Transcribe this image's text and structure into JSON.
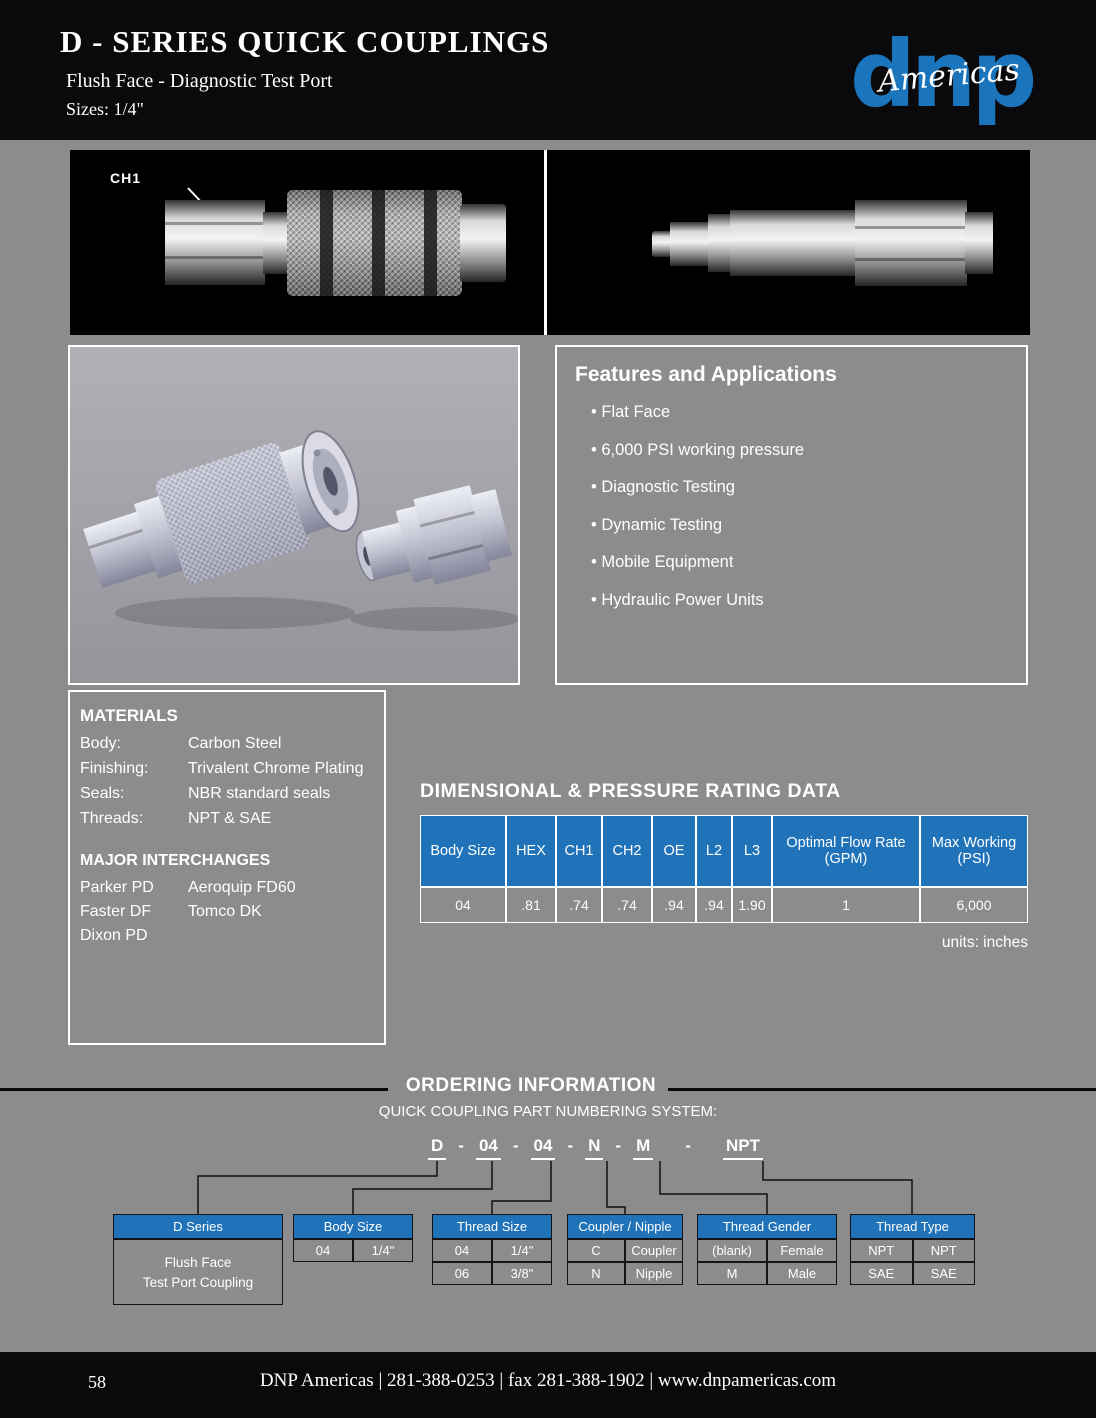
{
  "colors": {
    "accent_blue": "#1b75bc",
    "table_header_blue": "#2173b9",
    "page_gray": "#8c8c8c"
  },
  "header": {
    "title": "D - SERIES QUICK COUPLINGS",
    "subtitle": "Flush Face - Diagnostic Test Port",
    "sizes": "Sizes: 1/4\"",
    "logo": {
      "text": "dnp",
      "script": "Americas"
    }
  },
  "photos": {
    "dimension_label": "CH1"
  },
  "features": {
    "title": "Features and Applications",
    "items": [
      "Flat Face",
      "6,000 PSI working pressure",
      "Diagnostic Testing",
      "Dynamic Testing",
      "Mobile Equipment",
      "Hydraulic Power Units"
    ]
  },
  "materials": {
    "title": "MATERIALS",
    "rows": [
      {
        "label": "Body:",
        "value": "Carbon Steel"
      },
      {
        "label": "Finishing:",
        "value": "Trivalent Chrome Plating"
      },
      {
        "label": "Seals:",
        "value": "NBR standard seals"
      },
      {
        "label": "Threads:",
        "value": "NPT & SAE"
      }
    ],
    "interchanges_title": "MAJOR INTERCHANGES",
    "interchanges": [
      {
        "col1": "Parker PD",
        "col2": "Aeroquip FD60"
      },
      {
        "col1": "Faster DF",
        "col2": "Tomco DK"
      },
      {
        "col1": "Dixon PD",
        "col2": ""
      }
    ]
  },
  "dimensional": {
    "title": "DIMENSIONAL & PRESSURE RATING DATA",
    "columns": [
      "Body Size",
      "HEX",
      "CH1",
      "CH2",
      "OE",
      "L2",
      "L3",
      "Optimal Flow Rate (GPM)",
      "Max Working (PSI)"
    ],
    "rows": [
      [
        "04",
        ".81",
        ".74",
        ".74",
        ".94",
        ".94",
        "1.90",
        "1",
        "6,000"
      ]
    ],
    "units_note": "units: inches"
  },
  "ordering": {
    "title": "ORDERING INFORMATION",
    "subtitle": "QUICK COUPLING PART NUMBERING SYSTEM:",
    "separator": "-",
    "part_segments": [
      "D",
      "04",
      "04",
      "N",
      "M",
      "NPT"
    ],
    "boxes": [
      {
        "header": "D Series",
        "body_lines": [
          "Flush Face",
          "Test Port Coupling"
        ]
      },
      {
        "header": "Body Size",
        "rows": [
          [
            "04",
            "1/4\""
          ]
        ]
      },
      {
        "header": "Thread Size",
        "rows": [
          [
            "04",
            "1/4\""
          ],
          [
            "06",
            "3/8\""
          ]
        ]
      },
      {
        "header": "Coupler / Nipple",
        "rows": [
          [
            "C",
            "Coupler"
          ],
          [
            "N",
            "Nipple"
          ]
        ]
      },
      {
        "header": "Thread Gender",
        "rows": [
          [
            "(blank)",
            "Female"
          ],
          [
            "M",
            "Male"
          ]
        ]
      },
      {
        "header": "Thread Type",
        "rows": [
          [
            "NPT",
            "NPT"
          ],
          [
            "SAE",
            "SAE"
          ]
        ]
      }
    ]
  },
  "footer": {
    "page_number": "58",
    "text": "DNP Americas | 281-388-0253 | fax 281-388-1902 | www.dnpamericas.com"
  }
}
